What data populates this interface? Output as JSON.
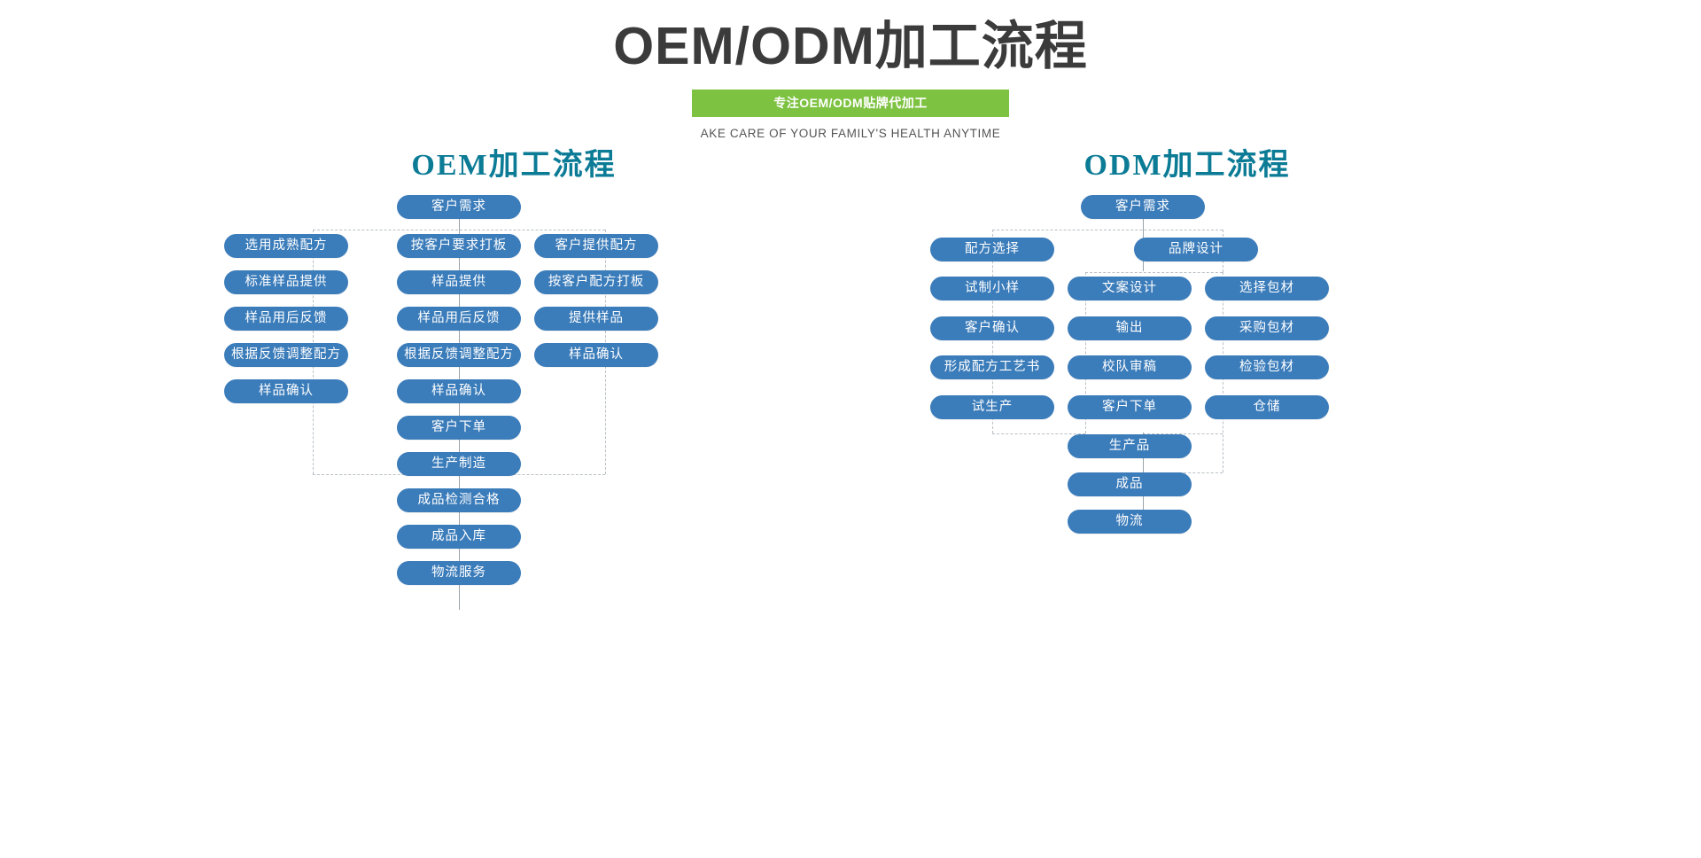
{
  "header": {
    "title": "OEM/ODM加工流程",
    "banner": "专注OEM/ODM贴牌代加工",
    "banner_color": "#7ec242",
    "subtitle": "AKE CARE OF YOUR FAMILY'S HEALTH ANYTIME"
  },
  "theme": {
    "node_color": "#3b7cba",
    "title_color": "#0b7b96",
    "heading_color": "#3b3b3b",
    "connector_color": "#b9c0c5"
  },
  "oem": {
    "title": "OEM加工流程",
    "root": "客户需求",
    "left_branch": [
      "选用成熟配方",
      "标准样品提供",
      "样品用后反馈",
      "根据反馈调整配方",
      "样品确认"
    ],
    "middle_branch": [
      "按客户要求打板",
      "样品提供",
      "样品用后反馈",
      "根据反馈调整配方",
      "样品确认"
    ],
    "right_branch": [
      "客户提供配方",
      "按客户配方打板",
      "提供样品",
      "样品确认"
    ],
    "trunk": [
      "客户下单",
      "生产制造",
      "成品检测合格",
      "成品入库",
      "物流服务"
    ]
  },
  "odm": {
    "title": "ODM加工流程",
    "root": "客户需求",
    "left_branch": [
      "配方选择",
      "试制小样",
      "客户确认",
      "形成配方工艺书",
      "试生产"
    ],
    "design_head": "品牌设计",
    "middle_branch": [
      "文案设计",
      "输出",
      "校队审稿",
      "客户下单"
    ],
    "right_branch": [
      "选择包材",
      "采购包材",
      "检验包材",
      "仓储"
    ],
    "trunk": [
      "生产品",
      "成品",
      "物流"
    ]
  }
}
